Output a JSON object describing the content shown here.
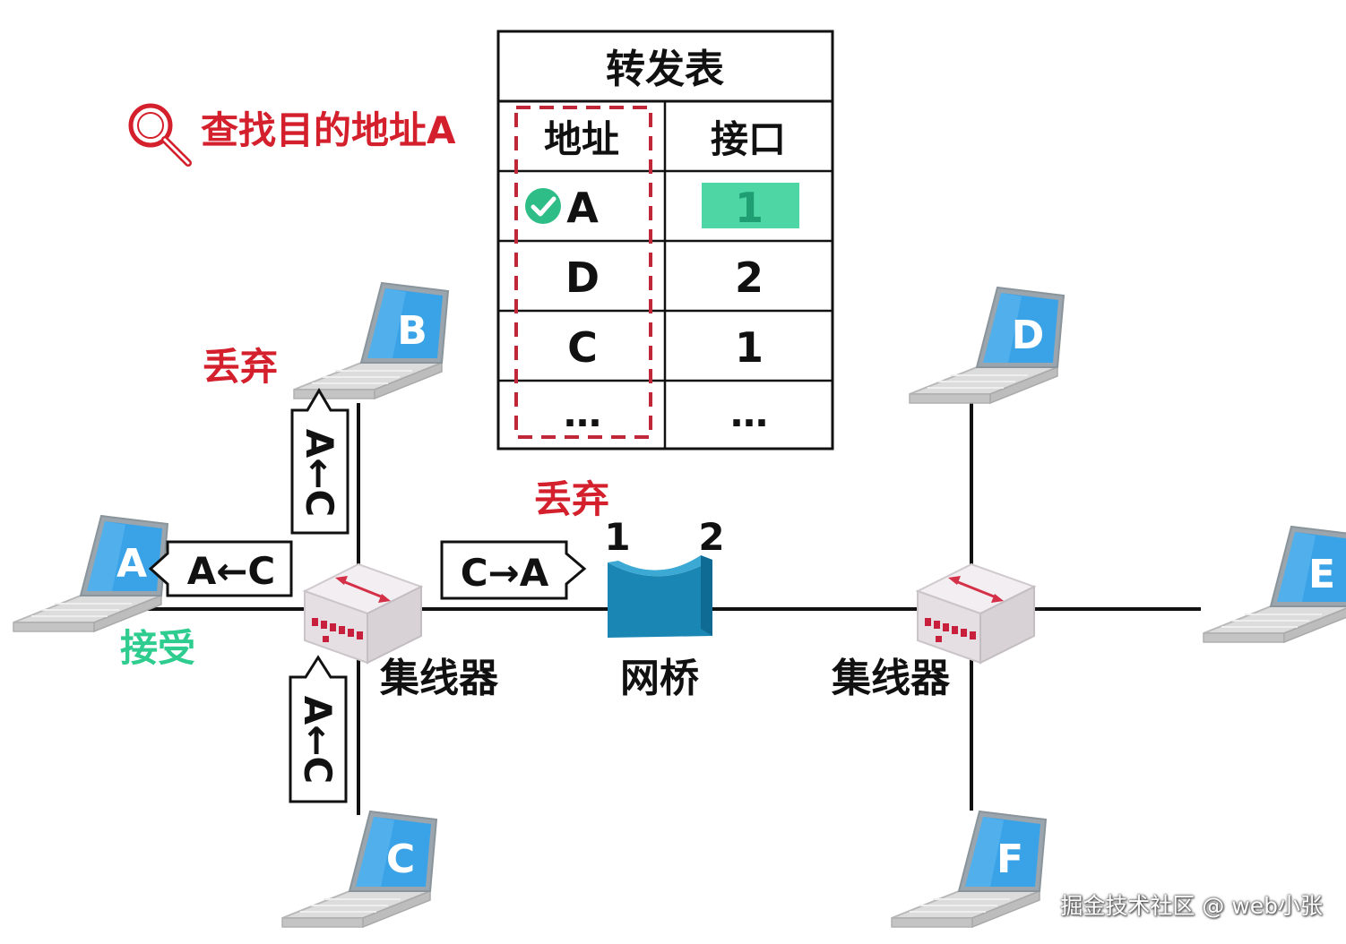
{
  "search": {
    "label": "查找目的地址A",
    "icon": "magnifier-icon"
  },
  "table": {
    "title": "转发表",
    "headers": [
      "地址",
      "接口"
    ],
    "rows": [
      {
        "address": "A",
        "port": "1",
        "matched": true
      },
      {
        "address": "D",
        "port": "2",
        "matched": false
      },
      {
        "address": "C",
        "port": "1",
        "matched": false
      },
      {
        "address": "…",
        "port": "…",
        "matched": false
      }
    ]
  },
  "hosts": {
    "a": "A",
    "b": "B",
    "c": "C",
    "d": "D",
    "e": "E",
    "f": "F"
  },
  "devices": {
    "hub_left": "集线器",
    "hub_right": "集线器",
    "bridge": "网桥",
    "bridge_port_1": "1",
    "bridge_port_2": "2"
  },
  "frames": {
    "to_a": "A←C",
    "to_b": "A←C",
    "from_c": "A←C",
    "to_bridge": "C→A"
  },
  "status": {
    "discard_b": "丢弃",
    "discard_bridge": "丢弃",
    "accept_a": "接受"
  },
  "watermark": "掘金技术社区 @ web小张",
  "colors": {
    "accent_red": "#d4202c",
    "accept_green": "#2ecc8e",
    "laptop_blue": "#2f9be0",
    "bridge_blue": "#1a86b4",
    "hub_grey": "#e9e4e8",
    "hub_port_red": "#c8203c",
    "match_fill": "#4ed6a4"
  }
}
